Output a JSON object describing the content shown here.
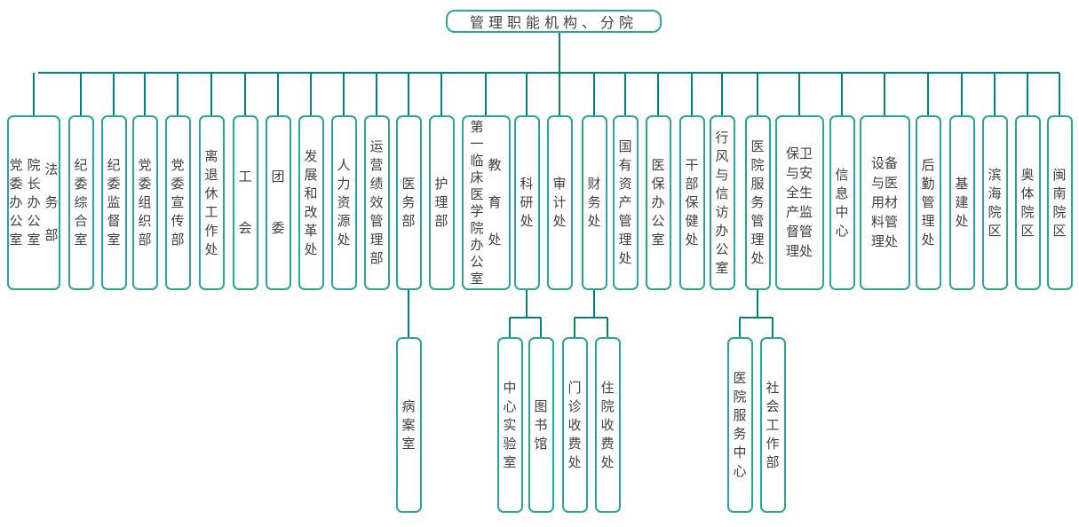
{
  "root": {
    "label": "管理职能机构、分院"
  },
  "departments": [
    {
      "names": [
        "党委办公室",
        "院长办公室",
        "法务部"
      ]
    },
    {
      "names": [
        "纪委综合室"
      ]
    },
    {
      "names": [
        "纪委监督室"
      ]
    },
    {
      "names": [
        "党委组织部"
      ]
    },
    {
      "names": [
        "党委宣传部"
      ]
    },
    {
      "names": [
        "离退休工作处"
      ]
    },
    {
      "names": [
        "工会"
      ]
    },
    {
      "names": [
        "团委"
      ]
    },
    {
      "names": [
        "发展和改革处"
      ]
    },
    {
      "names": [
        "人力资源处"
      ]
    },
    {
      "names": [
        "运营绩效管理部"
      ]
    },
    {
      "names": [
        "医务部"
      ]
    },
    {
      "names": [
        "护理部"
      ]
    },
    {
      "names": [
        "第一临床医学院办公室",
        "教育处"
      ]
    },
    {
      "names": [
        "科研处"
      ]
    },
    {
      "names": [
        "审计处"
      ]
    },
    {
      "names": [
        "财务处"
      ]
    },
    {
      "names": [
        "国有资产管理处"
      ]
    },
    {
      "names": [
        "医保办公室"
      ]
    },
    {
      "names": [
        "干部保健处"
      ]
    },
    {
      "names": [
        "行风与信访办公室"
      ]
    },
    {
      "names": [
        "医院服务管理处"
      ]
    },
    {
      "names": [
        "保卫与安全生产监督管理处"
      ]
    },
    {
      "names": [
        "信息中心"
      ]
    },
    {
      "names": [
        "设备与医用材料管理处"
      ]
    },
    {
      "names": [
        "后勤管理处"
      ]
    },
    {
      "names": [
        "基建处"
      ]
    },
    {
      "names": [
        "滨海院区"
      ]
    },
    {
      "names": [
        "奥体院区"
      ]
    },
    {
      "names": [
        "闽南院区"
      ]
    }
  ],
  "children": [
    {
      "parent": "医务部",
      "items": [
        "病案室"
      ]
    },
    {
      "parent": "科研处",
      "items": [
        "中心实验室",
        "图书馆"
      ]
    },
    {
      "parent": "财务处",
      "items": [
        "门诊收费处",
        "住院收费处"
      ]
    },
    {
      "parent": "医院服务管理处",
      "items": [
        "医院服务中心",
        "社会工作部"
      ]
    }
  ],
  "colors": {
    "line": "#00857e",
    "border": "#2ba49e",
    "text": "#404040",
    "bg": "#ffffff"
  }
}
